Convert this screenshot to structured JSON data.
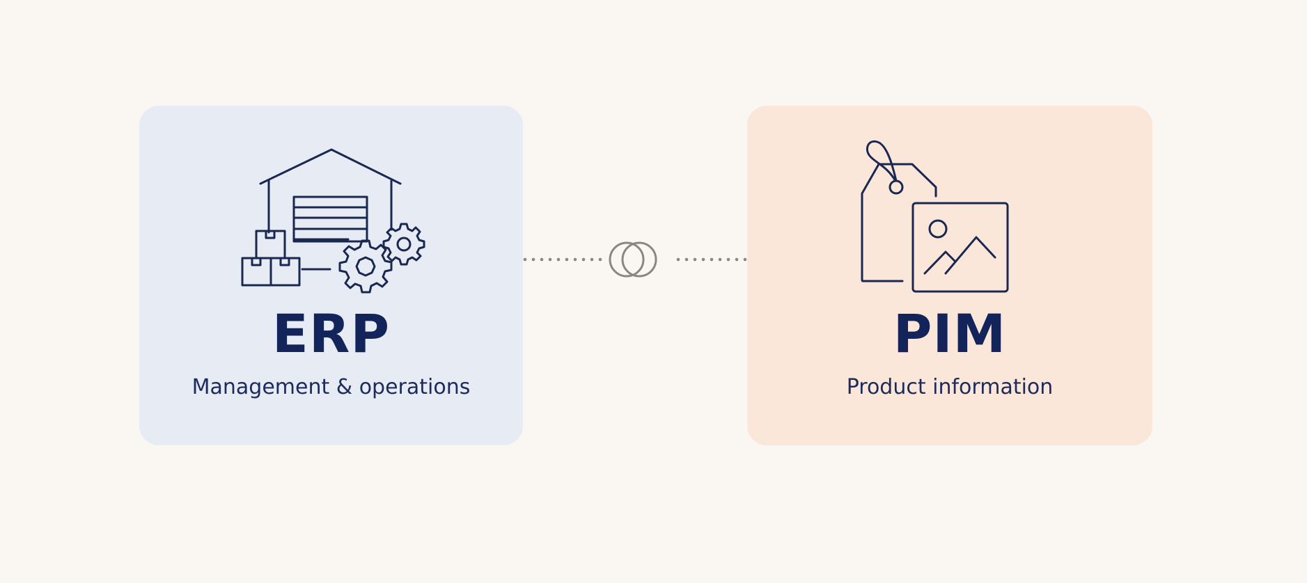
{
  "colors": {
    "background": "#faf6f1",
    "erp_card": "#e6ebf4",
    "pim_card": "#fbe7da",
    "text": "#13245a",
    "icon_stroke": "#1a2750",
    "connector": "#8a8680"
  },
  "erp": {
    "title": "ERP",
    "subtitle": "Management & operations",
    "icon": "warehouse-gears-icon"
  },
  "pim": {
    "title": "PIM",
    "subtitle": "Product information",
    "icon": "tag-image-icon"
  },
  "connector": {
    "icon": "linked-rings-icon",
    "style": "dotted"
  }
}
